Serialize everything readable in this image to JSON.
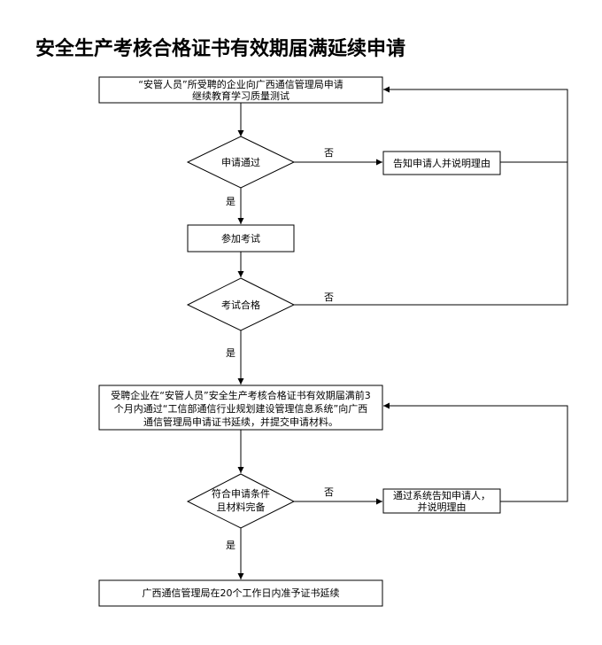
{
  "title": "安全生产考核合格证书有效期届满延续申请",
  "nodes": {
    "apply": {
      "lines": [
        "“安管人员”所受聘的企业向广西通信管理局申请",
        "继续教育学习质量测试"
      ]
    },
    "check_pass": {
      "lines": [
        "申请通过"
      ]
    },
    "notify_reject_1": {
      "lines": [
        "告知申请人并说明理由"
      ]
    },
    "take_exam": {
      "lines": [
        "参加考试"
      ]
    },
    "exam_pass": {
      "lines": [
        "考试合格"
      ]
    },
    "submit_online": {
      "lines": [
        "受聘企业在“安管人员”安全生产考核合格证书有效期届满前3",
        "个月内通过“工信部通信行业规划建设管理信息系统”向广西",
        "通信管理局申请证书延续，并提交申请材料。"
      ]
    },
    "conditions_ok": {
      "lines": [
        "符合申请条件",
        "且材料完备"
      ]
    },
    "notify_reject_2": {
      "lines": [
        "通过系统告知申请人，",
        "并说明理由"
      ]
    },
    "approve": {
      "lines": [
        "广西通信管理局在20个工作日内准予证书延续"
      ]
    }
  },
  "edge_labels": {
    "no_1": "否",
    "yes_1": "是",
    "no_2": "否",
    "yes_2": "是",
    "no_3": "否",
    "yes_3": "是"
  }
}
